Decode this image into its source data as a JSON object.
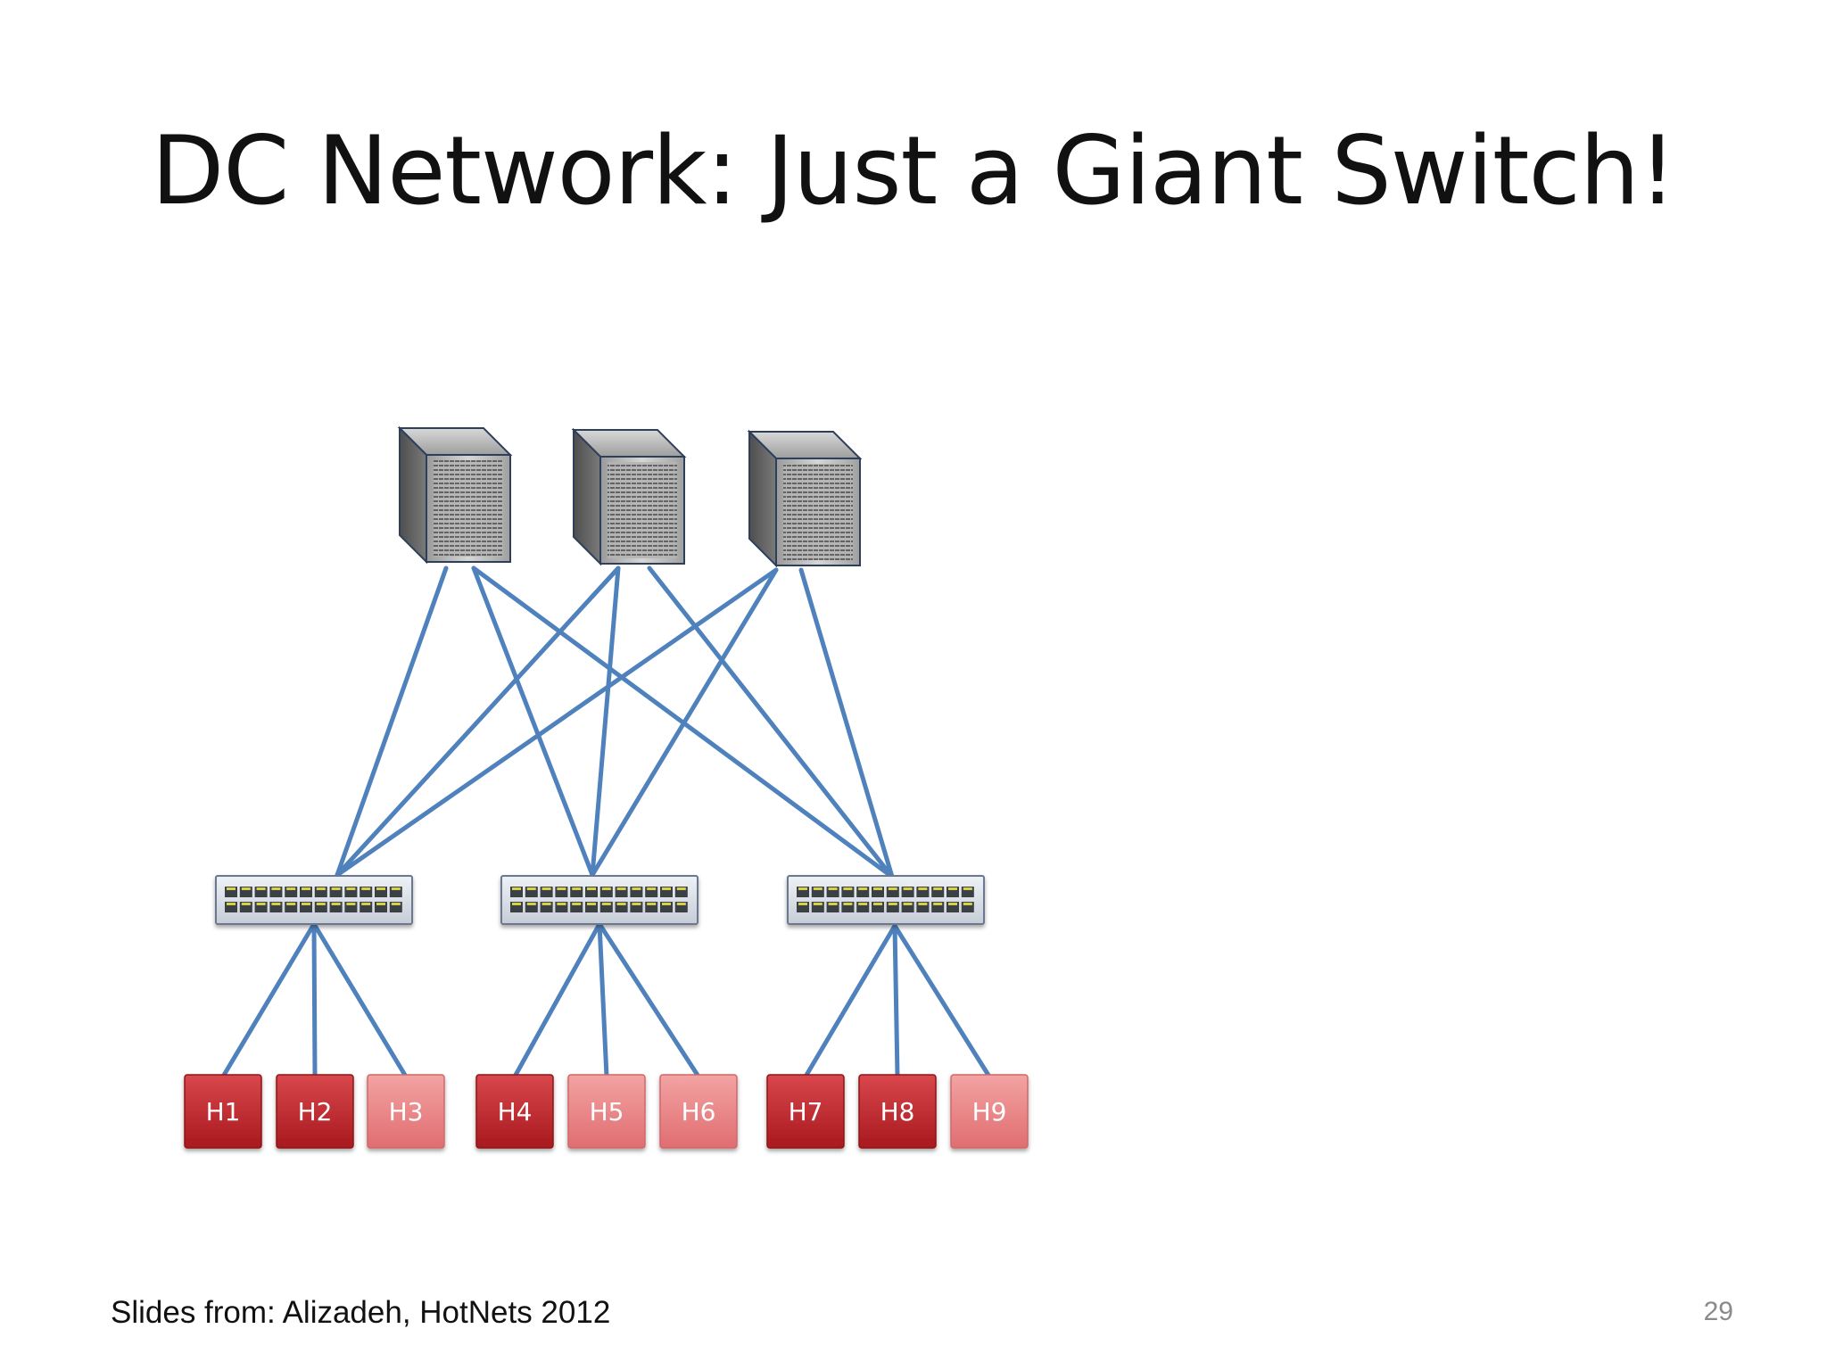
{
  "slide": {
    "title": "DC Network: Just a Giant Switch!",
    "footer": "Slides from: Alizadeh, HotNets 2012",
    "page_number": "29"
  },
  "diagram": {
    "colors": {
      "link": "#4f81bd",
      "host_dark": "#c0282d",
      "host_light": "#ec8f8f",
      "host_mid": "#dd5a5f"
    },
    "core_switches": [
      {
        "id": "core-1",
        "icon": "chassis-switch-icon"
      },
      {
        "id": "core-2",
        "icon": "chassis-switch-icon"
      },
      {
        "id": "core-3",
        "icon": "chassis-switch-icon"
      }
    ],
    "tor_switches": [
      {
        "id": "tor-1",
        "icon": "rack-switch-icon"
      },
      {
        "id": "tor-2",
        "icon": "rack-switch-icon"
      },
      {
        "id": "tor-3",
        "icon": "rack-switch-icon"
      }
    ],
    "hosts": [
      {
        "label": "H1",
        "shade": "dark",
        "tor": 0
      },
      {
        "label": "H2",
        "shade": "dark",
        "tor": 0
      },
      {
        "label": "H3",
        "shade": "light",
        "tor": 0
      },
      {
        "label": "H4",
        "shade": "dark",
        "tor": 1
      },
      {
        "label": "H5",
        "shade": "light",
        "tor": 1
      },
      {
        "label": "H6",
        "shade": "light",
        "tor": 1
      },
      {
        "label": "H7",
        "shade": "dark",
        "tor": 2
      },
      {
        "label": "H8",
        "shade": "dark",
        "tor": 2
      },
      {
        "label": "H9",
        "shade": "light",
        "tor": 2
      }
    ],
    "core_to_tor_links": [
      [
        0,
        0
      ],
      [
        0,
        1
      ],
      [
        0,
        2
      ],
      [
        1,
        0
      ],
      [
        1,
        1
      ],
      [
        1,
        2
      ],
      [
        2,
        0
      ],
      [
        2,
        1
      ],
      [
        2,
        2
      ]
    ]
  }
}
